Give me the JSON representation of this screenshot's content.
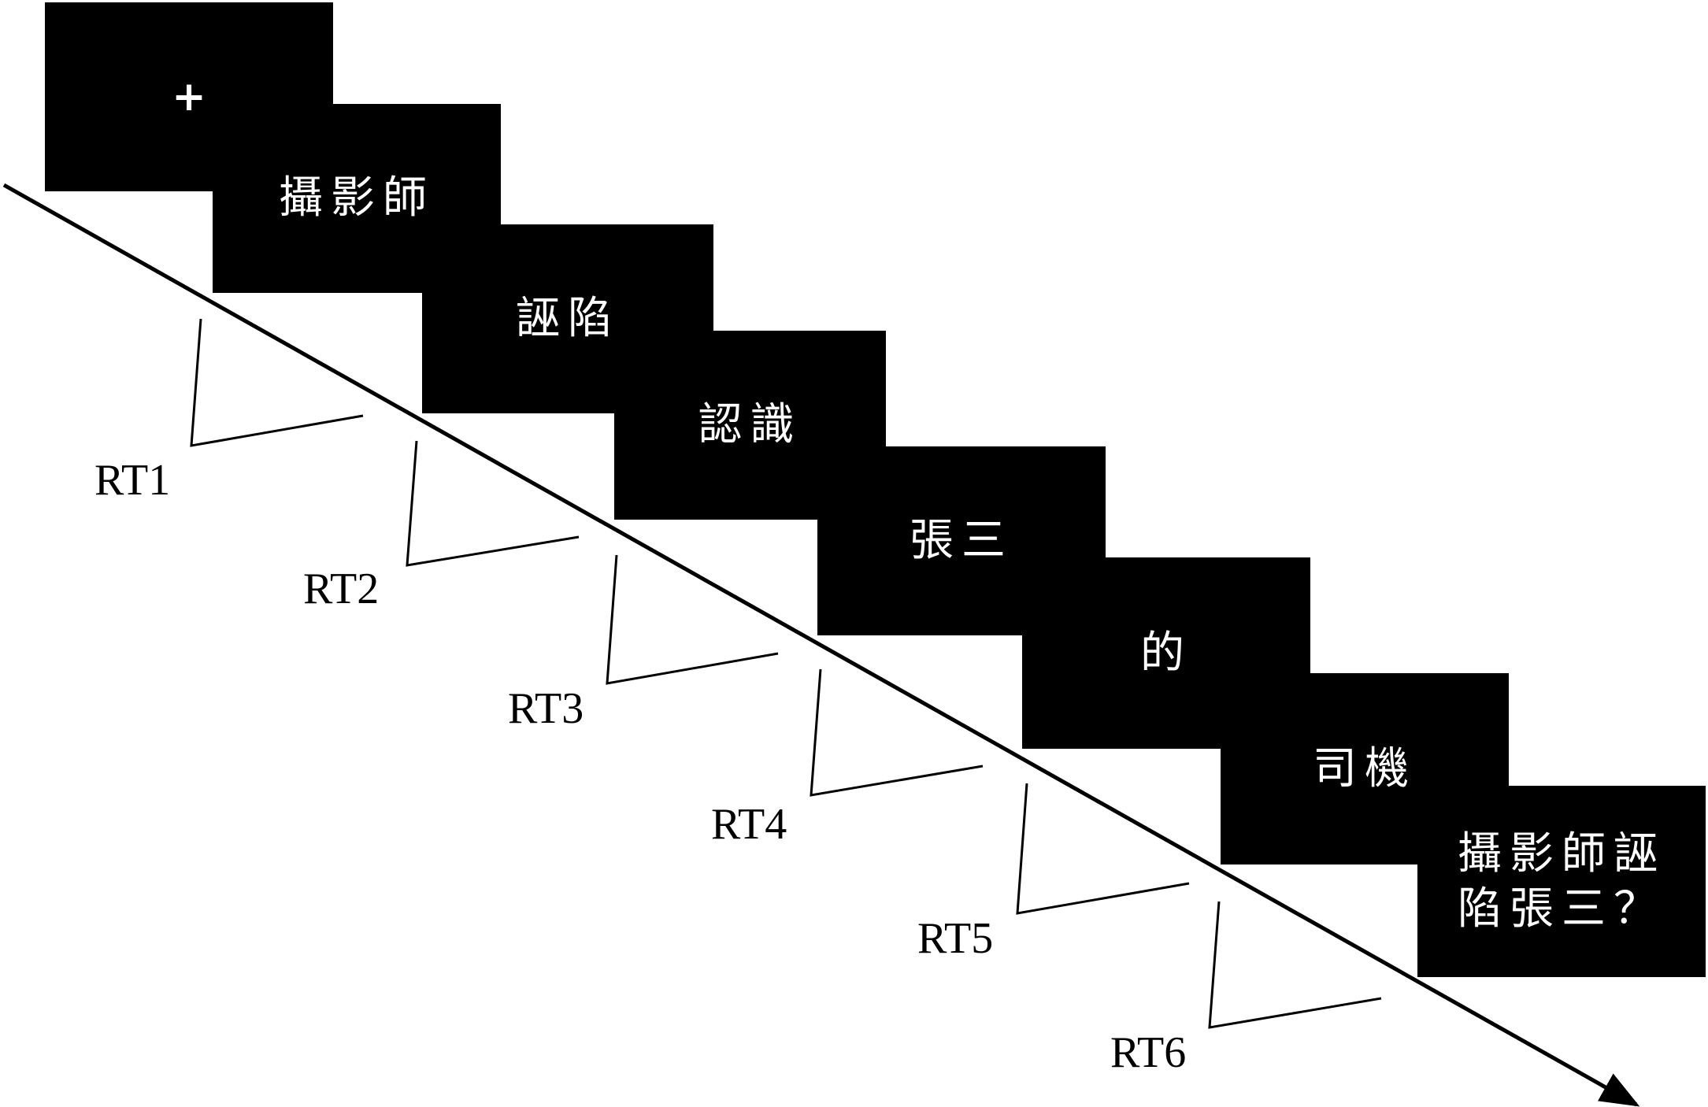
{
  "diagram": {
    "screens": [
      {
        "id": "fixation",
        "text": "+"
      },
      {
        "id": "word-1",
        "text": "攝影師"
      },
      {
        "id": "word-2",
        "text": "誣陷"
      },
      {
        "id": "word-3",
        "text": "認識"
      },
      {
        "id": "word-4",
        "text": "張三"
      },
      {
        "id": "word-5",
        "text": "的"
      },
      {
        "id": "word-6",
        "text": "司機"
      },
      {
        "id": "question",
        "lines": [
          "攝影師誣",
          "陷張三？"
        ]
      }
    ],
    "rt_labels": [
      "RT1",
      "RT2",
      "RT3",
      "RT4",
      "RT5",
      "RT6"
    ],
    "colors": {
      "screen_background": "#000000",
      "screen_text": "#ffffff",
      "lines": "#000000",
      "page_background": "#ffffff"
    }
  }
}
